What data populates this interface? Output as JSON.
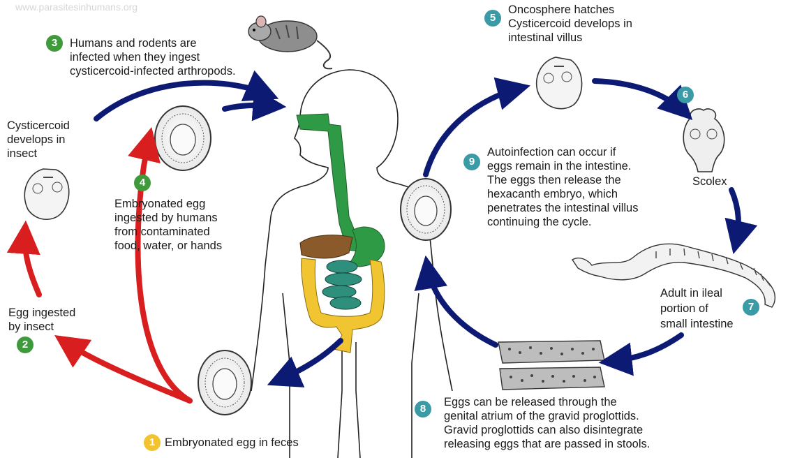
{
  "watermark": "www.parasitesinhumans.org",
  "colors": {
    "navy_arrow": "#0d1a73",
    "red_arrow": "#d81e1e",
    "green_badge": "#3f9a3b",
    "teal_badge": "#3a9aa5",
    "yellow_badge": "#f2c230",
    "colon": "#f1c431",
    "small_intestine": "#2f8f7d",
    "esophagus": "#2f9a46",
    "liver": "#8a5a2a"
  },
  "steps": [
    {
      "num": "1",
      "text": "Embryonated egg in feces"
    },
    {
      "num": "2",
      "text": "Egg ingested\nby insect"
    },
    {
      "num": "3",
      "text": "Humans and rodents are\ninfected when they ingest\ncysticercoid-infected arthropods."
    },
    {
      "num": "4",
      "text": "Embryonated egg\ningested by humans\nfrom contaminated\nfood, water, or hands"
    },
    {
      "num": "5",
      "text": "Oncosphere hatches\nCysticercoid develops in\nintestinal villus"
    },
    {
      "num": "6",
      "text": ""
    },
    {
      "num": "7",
      "text": ""
    },
    {
      "num": "8",
      "text": "Eggs can be released through the\ngenital atrium of the gravid proglottids.\nGravid proglottids can also disintegrate\nreleasing eggs that are passed in stools."
    },
    {
      "num": "9",
      "text": "Autoinfection can occur if\neggs remain in the intestine.\nThe eggs then release the\nhexacanth embryo, which\npenetrates the intestinal villus\ncontinuing the cycle."
    }
  ],
  "labels": {
    "cysticercoid_insect": "Cysticercoid\ndevelops in\ninsect",
    "scolex": "Scolex",
    "adult_line1": "Adult in ileal",
    "adult_line2": "portion of",
    "adult_line3": "small intestine"
  },
  "icons": [
    "rat-icon",
    "egg-icon",
    "cysticercoid-icon",
    "scolex-icon",
    "adult-worm-icon",
    "proglottid-icon",
    "human-body-icon"
  ]
}
